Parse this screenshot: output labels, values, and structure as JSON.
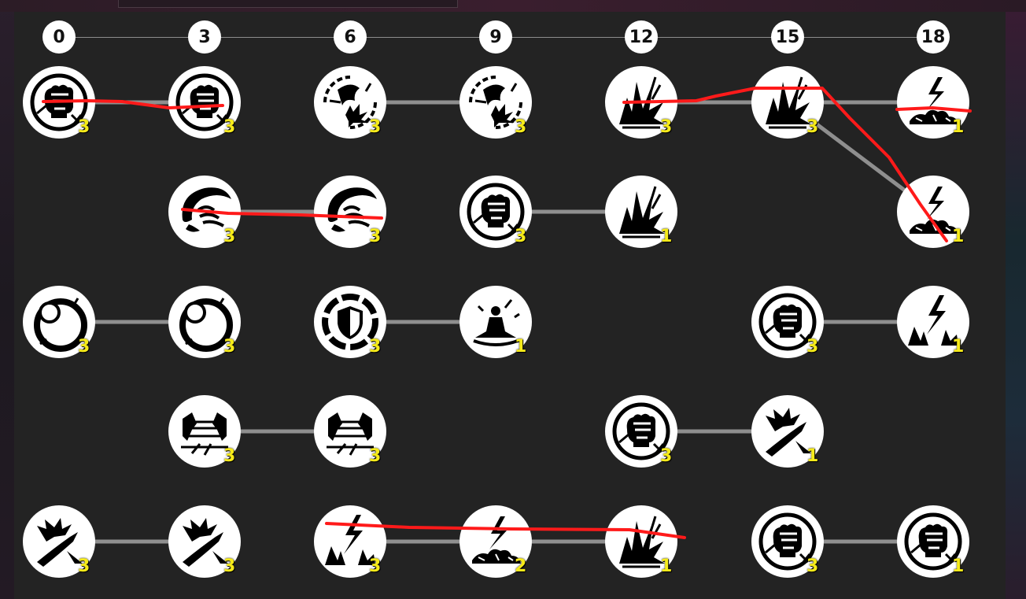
{
  "levels": [
    "0",
    "3",
    "6",
    "9",
    "12",
    "15",
    "18"
  ],
  "colors": {
    "panel": "#232323",
    "link": "#8f8f8f",
    "rank": "#f5ea1a",
    "selection": "#ff1a1a"
  },
  "nodes": [
    {
      "id": "r1c0",
      "col": 0,
      "row": 0,
      "icon": "clenched-fist-icon",
      "rank": "3"
    },
    {
      "id": "r1c1",
      "col": 1,
      "row": 0,
      "icon": "clenched-fist-icon",
      "rank": "3"
    },
    {
      "id": "r1c2",
      "col": 2,
      "row": 0,
      "icon": "wound-burst-icon",
      "rank": "3"
    },
    {
      "id": "r1c3",
      "col": 3,
      "row": 0,
      "icon": "wound-burst-icon",
      "rank": "3"
    },
    {
      "id": "r1c4",
      "col": 4,
      "row": 0,
      "icon": "explosion-spikes-icon",
      "rank": "3"
    },
    {
      "id": "r1c5",
      "col": 5,
      "row": 0,
      "icon": "explosion-spikes-icon",
      "rank": "3"
    },
    {
      "id": "r1c6",
      "col": 6,
      "row": 0,
      "icon": "crouching-lightning-icon",
      "rank": "1"
    },
    {
      "id": "r2c1",
      "col": 1,
      "row": 1,
      "icon": "sweeping-wave-icon",
      "rank": "3"
    },
    {
      "id": "r2c2",
      "col": 2,
      "row": 1,
      "icon": "sweeping-wave-icon",
      "rank": "3"
    },
    {
      "id": "r2c3",
      "col": 3,
      "row": 1,
      "icon": "clenched-fist-icon",
      "rank": "3"
    },
    {
      "id": "r2c4",
      "col": 4,
      "row": 1,
      "icon": "explosion-spikes-icon",
      "rank": "1"
    },
    {
      "id": "r2c6",
      "col": 6,
      "row": 1,
      "icon": "crouching-lightning-icon",
      "rank": "1"
    },
    {
      "id": "r3c0",
      "col": 0,
      "row": 2,
      "icon": "orb-ring-icon",
      "rank": "3"
    },
    {
      "id": "r3c1",
      "col": 1,
      "row": 2,
      "icon": "orb-ring-icon",
      "rank": "3"
    },
    {
      "id": "r3c2",
      "col": 2,
      "row": 2,
      "icon": "shield-ring-icon",
      "rank": "3"
    },
    {
      "id": "r3c3",
      "col": 3,
      "row": 2,
      "icon": "meditation-icon",
      "rank": "1"
    },
    {
      "id": "r3c5",
      "col": 5,
      "row": 2,
      "icon": "clenched-fist-icon",
      "rank": "3"
    },
    {
      "id": "r3c6",
      "col": 6,
      "row": 2,
      "icon": "lightning-strike-icon",
      "rank": "1"
    },
    {
      "id": "r4c1",
      "col": 1,
      "row": 3,
      "icon": "stance-figures-icon",
      "rank": "3"
    },
    {
      "id": "r4c2",
      "col": 2,
      "row": 3,
      "icon": "stance-figures-icon",
      "rank": "3"
    },
    {
      "id": "r4c4",
      "col": 4,
      "row": 3,
      "icon": "clenched-fist-icon",
      "rank": "3"
    },
    {
      "id": "r4c5",
      "col": 5,
      "row": 3,
      "icon": "impact-slash-icon",
      "rank": "1"
    },
    {
      "id": "r5c0",
      "col": 0,
      "row": 4,
      "icon": "impact-slash-icon",
      "rank": "3"
    },
    {
      "id": "r5c1",
      "col": 1,
      "row": 4,
      "icon": "impact-slash-icon",
      "rank": "3"
    },
    {
      "id": "r5c2",
      "col": 2,
      "row": 4,
      "icon": "lightning-strike-icon",
      "rank": "3"
    },
    {
      "id": "r5c3",
      "col": 3,
      "row": 4,
      "icon": "crouching-lightning-icon",
      "rank": "2"
    },
    {
      "id": "r5c4",
      "col": 4,
      "row": 4,
      "icon": "explosion-spikes-icon",
      "rank": "1"
    },
    {
      "id": "r5c5",
      "col": 5,
      "row": 4,
      "icon": "clenched-fist-icon",
      "rank": "3"
    },
    {
      "id": "r5c6",
      "col": 6,
      "row": 4,
      "icon": "clenched-fist-icon",
      "rank": "1"
    }
  ],
  "links": [
    [
      "r1c0",
      "r1c1"
    ],
    [
      "r1c2",
      "r1c3"
    ],
    [
      "r1c4",
      "r1c5"
    ],
    [
      "r1c5",
      "r1c6"
    ],
    [
      "r1c5",
      "r2c6"
    ],
    [
      "r2c1",
      "r2c2"
    ],
    [
      "r2c3",
      "r2c4"
    ],
    [
      "r3c0",
      "r3c1"
    ],
    [
      "r3c2",
      "r3c3"
    ],
    [
      "r3c5",
      "r3c6"
    ],
    [
      "r4c1",
      "r4c2"
    ],
    [
      "r4c4",
      "r4c5"
    ],
    [
      "r5c0",
      "r5c1"
    ],
    [
      "r5c2",
      "r5c3"
    ],
    [
      "r5c3",
      "r5c4"
    ],
    [
      "r5c5",
      "r5c6"
    ]
  ]
}
